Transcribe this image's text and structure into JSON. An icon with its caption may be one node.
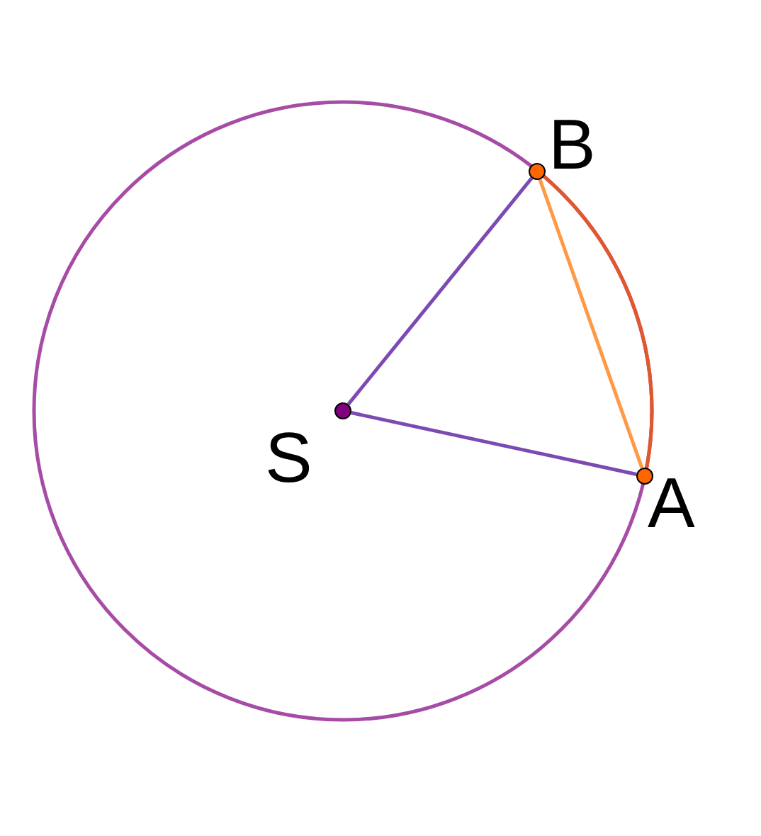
{
  "diagram": {
    "nodes": [
      {
        "text": [
          "S"
        ]
      },
      {
        "text": [
          "B"
        ]
      },
      {
        "text": [
          "A"
        ]
      }
    ],
    "edges": [
      {
        "from": 0,
        "to": 1,
        "arrow": "none",
        "color": "#7b4ab3"
      },
      {
        "from": 0,
        "to": 2,
        "arrow": "none",
        "color": "#7b4ab3"
      },
      {
        "from": 1,
        "to": 2,
        "arrow": "none",
        "color": "#ff9944"
      },
      {
        "from": 1,
        "to": 2,
        "arrow": "none",
        "color": "#e0582c"
      }
    ]
  }
}
